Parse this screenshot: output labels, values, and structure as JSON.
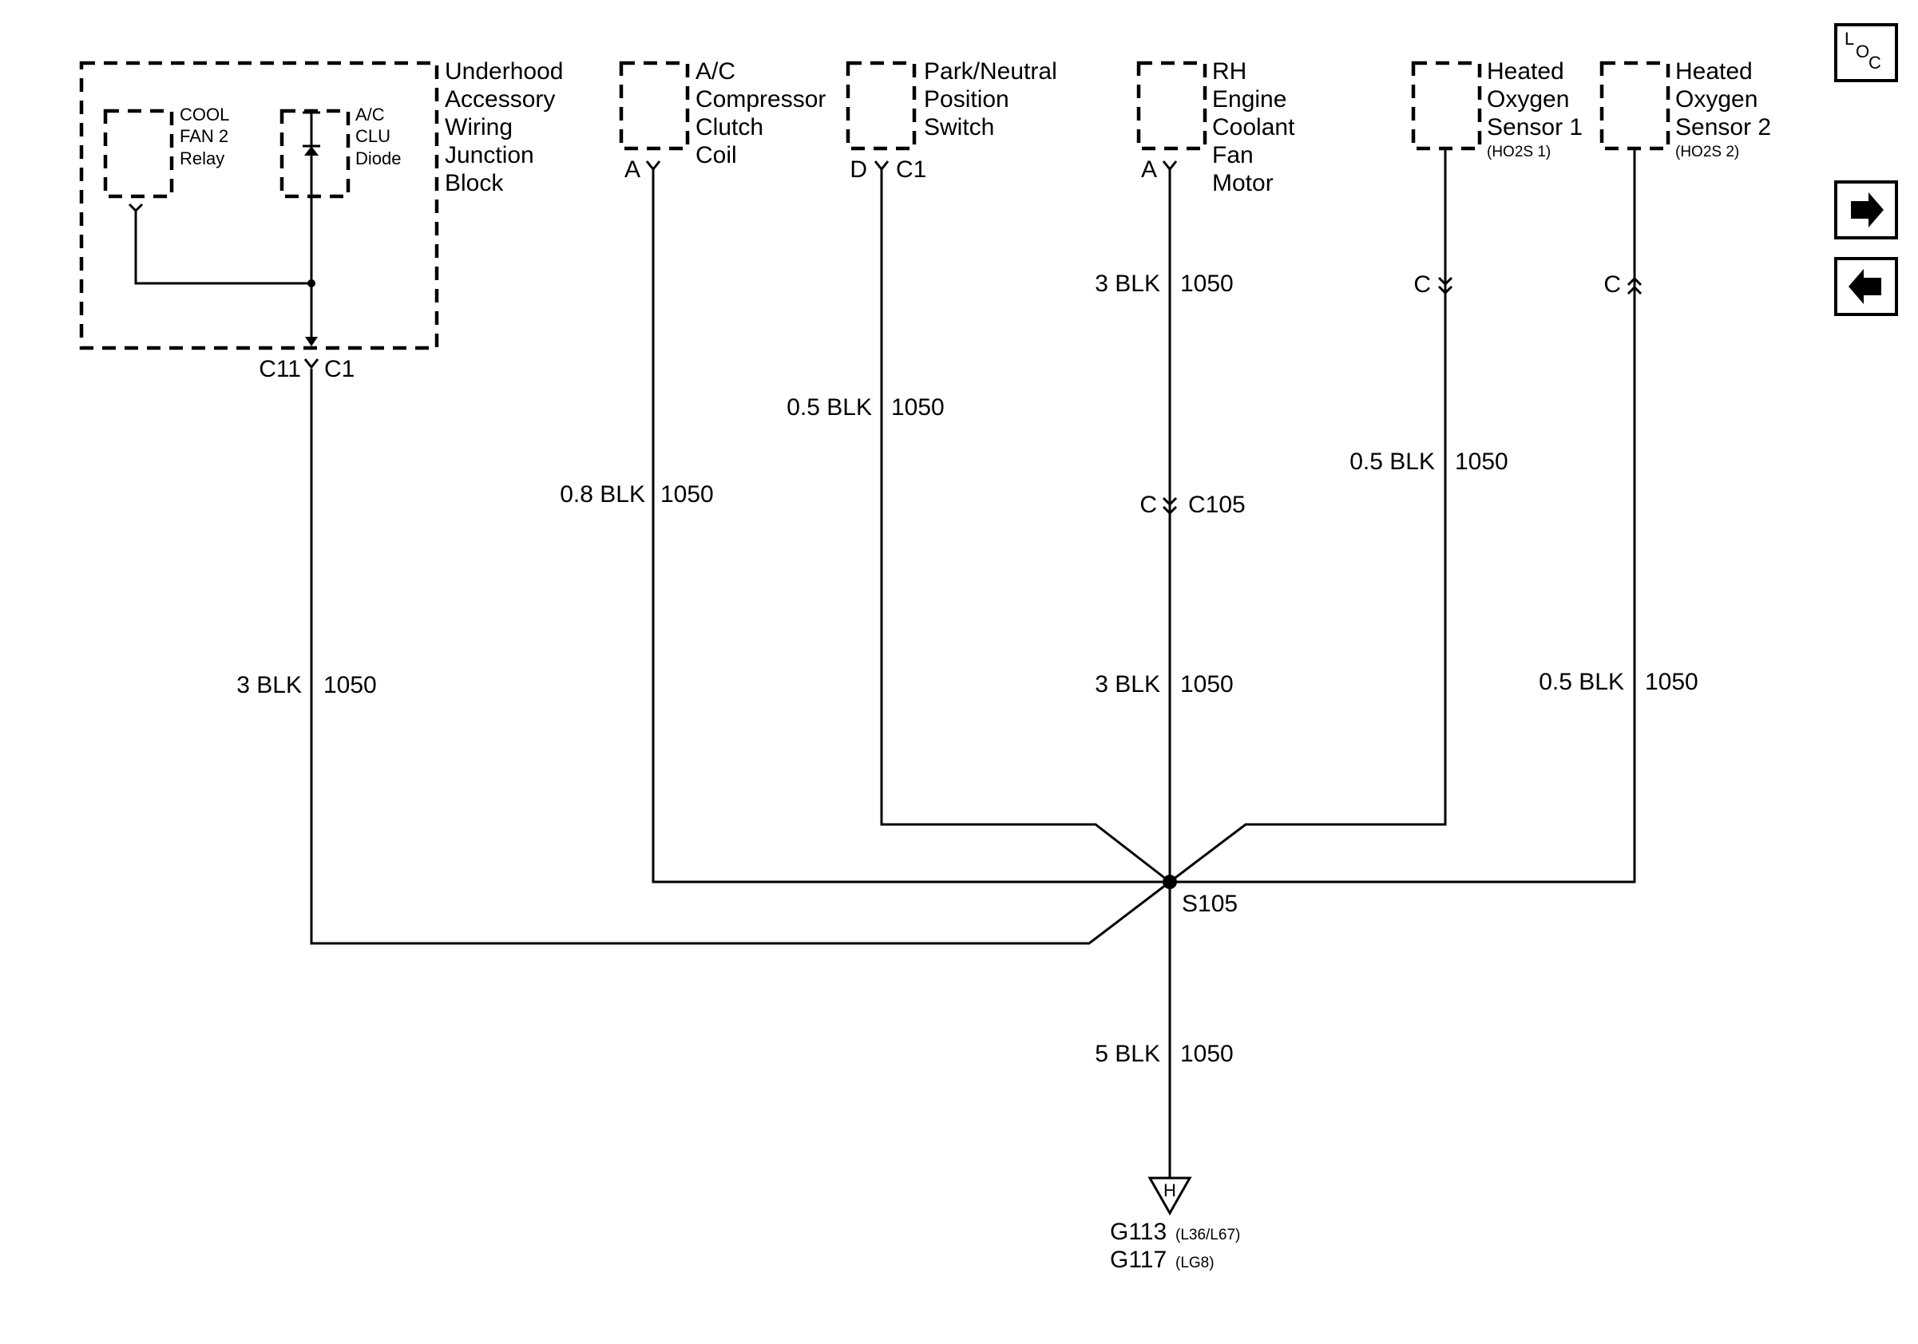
{
  "components": {
    "underhood_block": [
      "Underhood",
      "Accessory",
      "Wiring",
      "Junction",
      "Block"
    ],
    "cool_fan_relay": [
      "COOL",
      "FAN 2",
      "Relay"
    ],
    "ac_clu_diode": [
      "A/C",
      "CLU",
      "Diode"
    ],
    "ac_compressor": [
      "A/C",
      "Compressor",
      "Clutch",
      "Coil"
    ],
    "park_neutral": [
      "Park/Neutral",
      "Position",
      "Switch"
    ],
    "rh_fan_motor": [
      "RH",
      "Engine",
      "Coolant",
      "Fan",
      "Motor"
    ],
    "ho2s1": [
      "Heated",
      "Oxygen",
      "Sensor 1",
      "(HO2S 1)"
    ],
    "ho2s2": [
      "Heated",
      "Oxygen",
      "Sensor 2",
      "(HO2S 2)"
    ]
  },
  "connectors": {
    "underhood_left": "C11",
    "underhood_right": "C1",
    "ac_pin": "A",
    "park_pin": "D",
    "park_conn": "C1",
    "rh_pin": "A",
    "ho2s1_pin": "C",
    "ho2s2_pin": "C",
    "c105_pin": "C",
    "c105": "C105"
  },
  "wires": {
    "underhood": {
      "size": "3 BLK",
      "circuit": "1050"
    },
    "ac": {
      "size": "0.8 BLK",
      "circuit": "1050"
    },
    "park": {
      "size": "0.5 BLK",
      "circuit": "1050"
    },
    "rh_upper": {
      "size": "3 BLK",
      "circuit": "1050"
    },
    "rh_lower": {
      "size": "3 BLK",
      "circuit": "1050"
    },
    "ho2s1": {
      "size": "0.5 BLK",
      "circuit": "1050"
    },
    "ho2s2": {
      "size": "0.5 BLK",
      "circuit": "1050"
    },
    "ground": {
      "size": "5 BLK",
      "circuit": "1050"
    }
  },
  "splice": "S105",
  "ground": {
    "symbol": "H",
    "g113": "G113",
    "g113_note": "(L36/L67)",
    "g117": "G117",
    "g117_note": "(LG8)"
  },
  "nav": {
    "loc_l": "L",
    "loc_o": "O",
    "loc_c": "C",
    "next_icon": "right-arrow-icon",
    "prev_icon": "left-arrow-icon"
  }
}
